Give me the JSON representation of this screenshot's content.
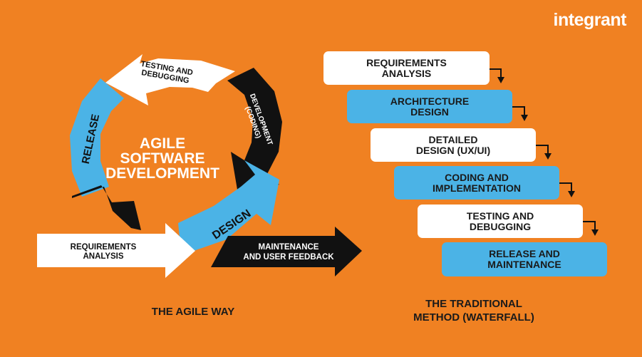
{
  "brand": {
    "logo_text": "integrant"
  },
  "colors": {
    "background": "#F08122",
    "blue": "#4BB3E6",
    "white": "#FFFFFF",
    "black": "#111111"
  },
  "agile": {
    "center_line1": "AGILE",
    "center_line2": "SOFTWARE",
    "center_line3": "DEVELOPMENT",
    "testing_line1": "TESTING AND",
    "testing_line2": "DEBUGGING",
    "development_line1": "DEVELOPMENT",
    "development_line2": "(CODING)",
    "release": "RELEASE",
    "design": "DESIGN",
    "requirements_line1": "REQUIREMENTS",
    "requirements_line2": "ANALYSIS",
    "maintenance_line1": "MAINTENANCE",
    "maintenance_line2": "AND USER FEEDBACK",
    "caption": "THE AGILE WAY"
  },
  "waterfall": {
    "steps": [
      {
        "line1": "REQUIREMENTS",
        "line2": "ANALYSIS",
        "style": "white"
      },
      {
        "line1": "ARCHITECTURE",
        "line2": "DESIGN",
        "style": "blue"
      },
      {
        "line1": "DETAILED",
        "line2": "DESIGN (UX/UI)",
        "style": "white"
      },
      {
        "line1": "CODING AND",
        "line2": "IMPLEMENTATION",
        "style": "blue"
      },
      {
        "line1": "TESTING AND",
        "line2": "DEBUGGING",
        "style": "white"
      },
      {
        "line1": "RELEASE AND",
        "line2": "MAINTENANCE",
        "style": "blue"
      }
    ],
    "caption_line1": "THE TRADITIONAL",
    "caption_line2": "METHOD (WATERFALL)"
  }
}
